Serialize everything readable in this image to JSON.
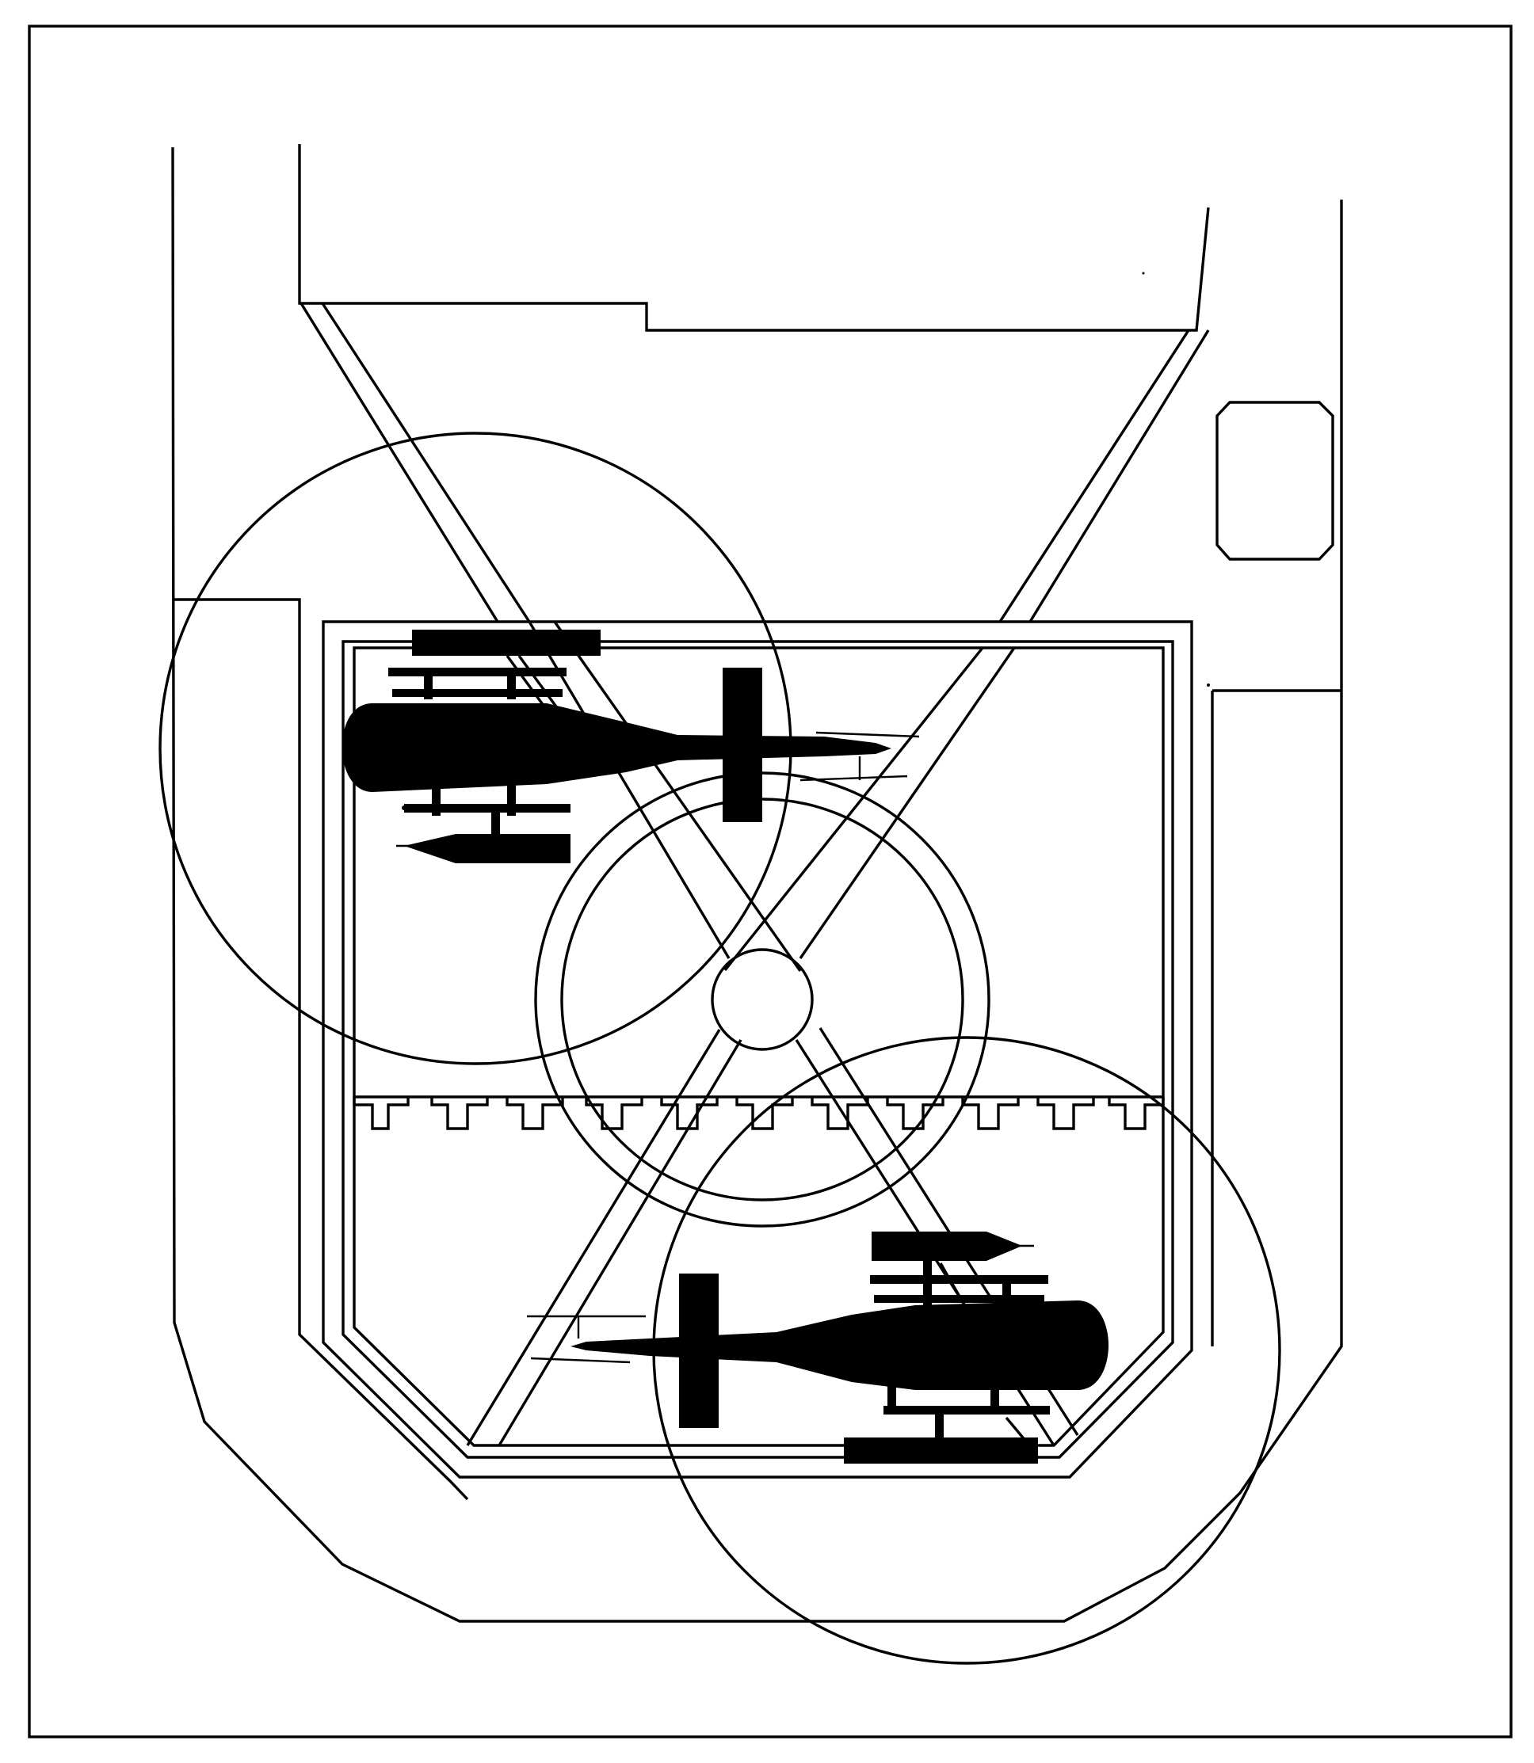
{
  "figure": {
    "stroke_color": "#000000",
    "background_color": "#ffffff",
    "aircraft_fill_color": "#000000",
    "aircraft_count": 2,
    "rotor_discs": 2,
    "parking_spots": 2
  }
}
